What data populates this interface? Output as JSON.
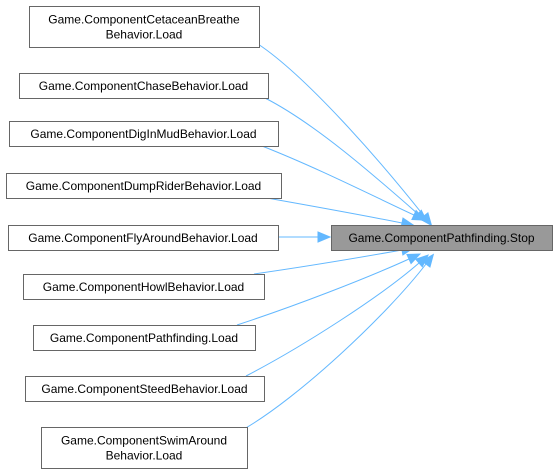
{
  "target": {
    "id": "stop",
    "label": "Game.ComponentPathfinding.Stop"
  },
  "callers": [
    {
      "id": "cetacean",
      "lines": [
        "Game.ComponentCetaceanBreathe",
        "Behavior.Load"
      ]
    },
    {
      "id": "chase",
      "lines": [
        "Game.ComponentChaseBehavior.Load"
      ]
    },
    {
      "id": "diginmud",
      "lines": [
        "Game.ComponentDigInMudBehavior.Load"
      ]
    },
    {
      "id": "dumprider",
      "lines": [
        "Game.ComponentDumpRiderBehavior.Load"
      ]
    },
    {
      "id": "flyaround",
      "lines": [
        "Game.ComponentFlyAroundBehavior.Load"
      ]
    },
    {
      "id": "howl",
      "lines": [
        "Game.ComponentHowlBehavior.Load"
      ]
    },
    {
      "id": "pathfinding",
      "lines": [
        "Game.ComponentPathfinding.Load"
      ]
    },
    {
      "id": "steed",
      "lines": [
        "Game.ComponentSteedBehavior.Load"
      ]
    },
    {
      "id": "swimaround",
      "lines": [
        "Game.ComponentSwimAround",
        "Behavior.Load"
      ]
    }
  ],
  "edges": [
    {
      "from": "cetacean",
      "to": "stop"
    },
    {
      "from": "chase",
      "to": "stop"
    },
    {
      "from": "diginmud",
      "to": "stop"
    },
    {
      "from": "dumprider",
      "to": "stop"
    },
    {
      "from": "flyaround",
      "to": "stop"
    },
    {
      "from": "howl",
      "to": "stop"
    },
    {
      "from": "pathfinding",
      "to": "stop"
    },
    {
      "from": "steed",
      "to": "stop"
    },
    {
      "from": "swimaround",
      "to": "stop"
    }
  ],
  "colors": {
    "edge": "#63b8ff",
    "node_border": "#666666",
    "target_fill": "#999999",
    "node_fill": "#ffffff"
  }
}
